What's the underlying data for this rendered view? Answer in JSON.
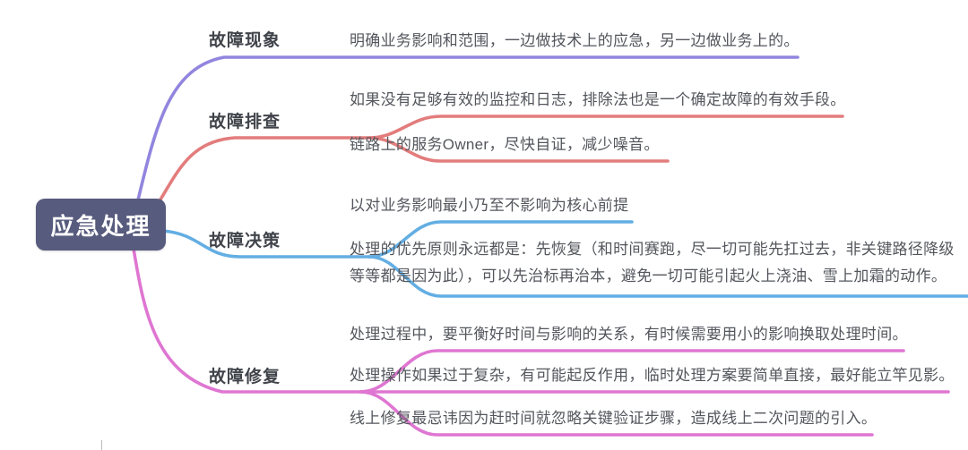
{
  "root": {
    "label": "应急处理",
    "color": "#575b7d",
    "text_color": "#ffffff"
  },
  "branches": [
    {
      "label": "故障现象",
      "color": "#9185de",
      "leaves": [
        "明确业务影响和范围，一边做技术上的应急，另一边做业务上的。"
      ]
    },
    {
      "label": "故障排查",
      "color": "#e37c7c",
      "leaves": [
        "如果没有足够有效的监控和日志，排除法也是一个确定故障的有效手段。",
        "链路上的服务Owner，尽快自证，减少噪音。"
      ]
    },
    {
      "label": "故障决策",
      "color": "#63aee3",
      "leaves": [
        "以对业务影响最小乃至不影响为核心前提",
        "处理的优先原则永远都是：先恢复（和时间赛跑，尽一切可能先扛过去，非关键路径降级等等都是因为此），可以先治标再治本，避免一切可能引起火上浇油、雪上加霜的动作。"
      ]
    },
    {
      "label": "故障修复",
      "color": "#df76d2",
      "leaves": [
        "处理过程中，要平衡好时间与影响的关系，有时候需要用小的影响换取处理时间。",
        "处理操作如果过于复杂，有可能起反作用，临时处理方案要简单直接，最好能立竿见影。",
        "线上修复最忌讳因为赶时间就忽略关键验证步骤，造成线上二次问题的引入。"
      ]
    }
  ]
}
